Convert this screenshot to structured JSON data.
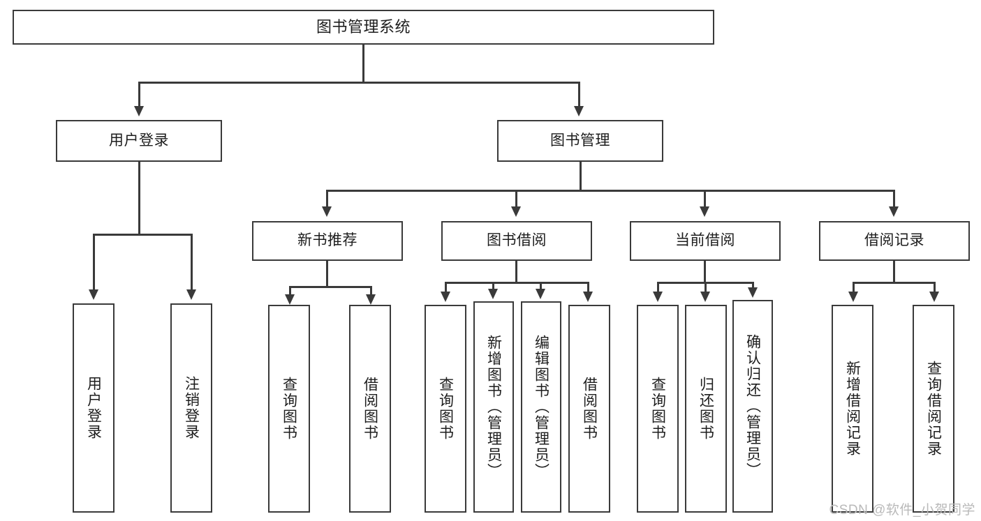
{
  "diagram": {
    "title": "图书管理系统",
    "type": "tree",
    "watermark": "CSDN @软件_小贺同学",
    "colors": {
      "background": "#ffffff",
      "box_border": "#3a3a3a",
      "box_fill": "#ffffff",
      "text": "#1d1d1d",
      "connector": "#3a3a3a",
      "watermark": "#b9b9b9"
    },
    "root": {
      "label": "图书管理系统"
    },
    "level2": [
      {
        "id": "user-login",
        "label": "用户登录"
      },
      {
        "id": "book-manage",
        "label": "图书管理"
      }
    ],
    "level3": [
      {
        "id": "new-book-recommend",
        "label": "新书推荐",
        "parent": "book-manage"
      },
      {
        "id": "book-borrow",
        "label": "图书借阅",
        "parent": "book-manage"
      },
      {
        "id": "current-borrow",
        "label": "当前借阅",
        "parent": "book-manage"
      },
      {
        "id": "borrow-record",
        "label": "借阅记录",
        "parent": "book-manage"
      }
    ],
    "leaves": {
      "user-login": [
        {
          "id": "leaf-user-login",
          "label": "用户登录"
        },
        {
          "id": "leaf-logout",
          "label": "注销登录"
        }
      ],
      "new-book-recommend": [
        {
          "id": "leaf-query-book-1",
          "label": "查询图书"
        },
        {
          "id": "leaf-borrow-book-1",
          "label": "借阅图书"
        }
      ],
      "book-borrow": [
        {
          "id": "leaf-query-book-2",
          "label": "查询图书"
        },
        {
          "id": "leaf-add-book",
          "label": "新增图书（管理员）"
        },
        {
          "id": "leaf-edit-book",
          "label": "编辑图书（管理员）"
        },
        {
          "id": "leaf-borrow-book-2",
          "label": "借阅图书"
        }
      ],
      "current-borrow": [
        {
          "id": "leaf-query-book-3",
          "label": "查询图书"
        },
        {
          "id": "leaf-return-book",
          "label": "归还图书"
        },
        {
          "id": "leaf-confirm-return",
          "label": "确认归还（管理员）"
        }
      ],
      "borrow-record": [
        {
          "id": "leaf-add-record",
          "label": "新增借阅记录"
        },
        {
          "id": "leaf-query-record",
          "label": "查询借阅记录"
        }
      ]
    }
  }
}
